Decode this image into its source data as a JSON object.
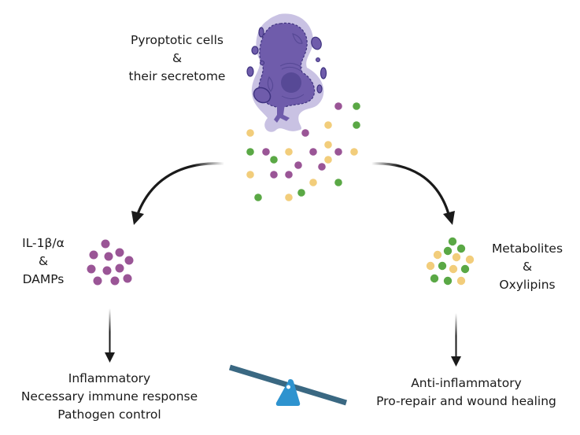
{
  "title_label": {
    "lines": [
      "Pyroptotic cells",
      "&",
      "their secretome"
    ]
  },
  "left_label": {
    "lines": [
      "IL-1β/α",
      "&",
      "DAMPs"
    ]
  },
  "right_label": {
    "lines": [
      "Metabolites",
      "&",
      "Oxylipins"
    ]
  },
  "left_outcome": {
    "lines": [
      "Inflammatory",
      "Necessary immune response",
      "Pathogen control"
    ]
  },
  "right_outcome": {
    "lines": [
      "Anti-inflammatory",
      "Pro-repair and wound healing"
    ]
  },
  "colors": {
    "cell_body": "#6f5cab",
    "cell_halo": "#c4bde0",
    "cell_outline": "#3f3380",
    "purple_particle": "#9a5596",
    "green_particle": "#5aa845",
    "yellow_particle": "#f2cd7b",
    "arrow": "#1a1a1a",
    "seesaw_beam": "#3a6882",
    "seesaw_fulcrum": "#2e93cf"
  },
  "icons": {
    "cell": "pyroptotic-cell-icon",
    "seesaw": "seesaw-balance-icon"
  }
}
